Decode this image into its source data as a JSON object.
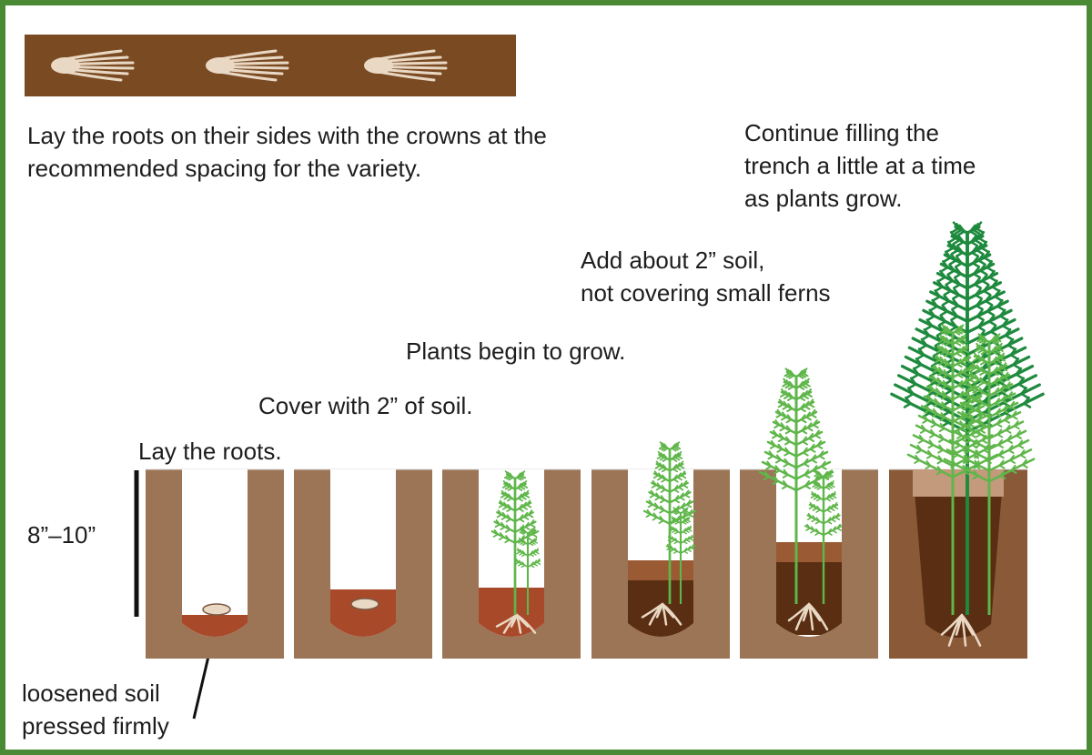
{
  "caption_top": "Lay the roots on their sides with the crowns at the\nrecommended spacing for the variety.",
  "steps": [
    "Lay the roots.",
    "Cover with 2” of soil.",
    "Plants begin to grow.",
    "Add about 2” soil,\nnot covering small ferns",
    "Continue filling the\ntrench a little at a time\nas plants grow."
  ],
  "depth_label": "8”–10”",
  "soil_note": "loosened soil\npressed firmly",
  "colors": {
    "frame": "#4a8a34",
    "soil_wall": "#9c7556",
    "soil_dark": "#7a4a22",
    "soil_fill": "#5a2e12",
    "loose_soil": "#a8492a",
    "fern_light": "#5fb64a",
    "fern_dark": "#1e8a3e",
    "root": "#e9d8c4"
  }
}
